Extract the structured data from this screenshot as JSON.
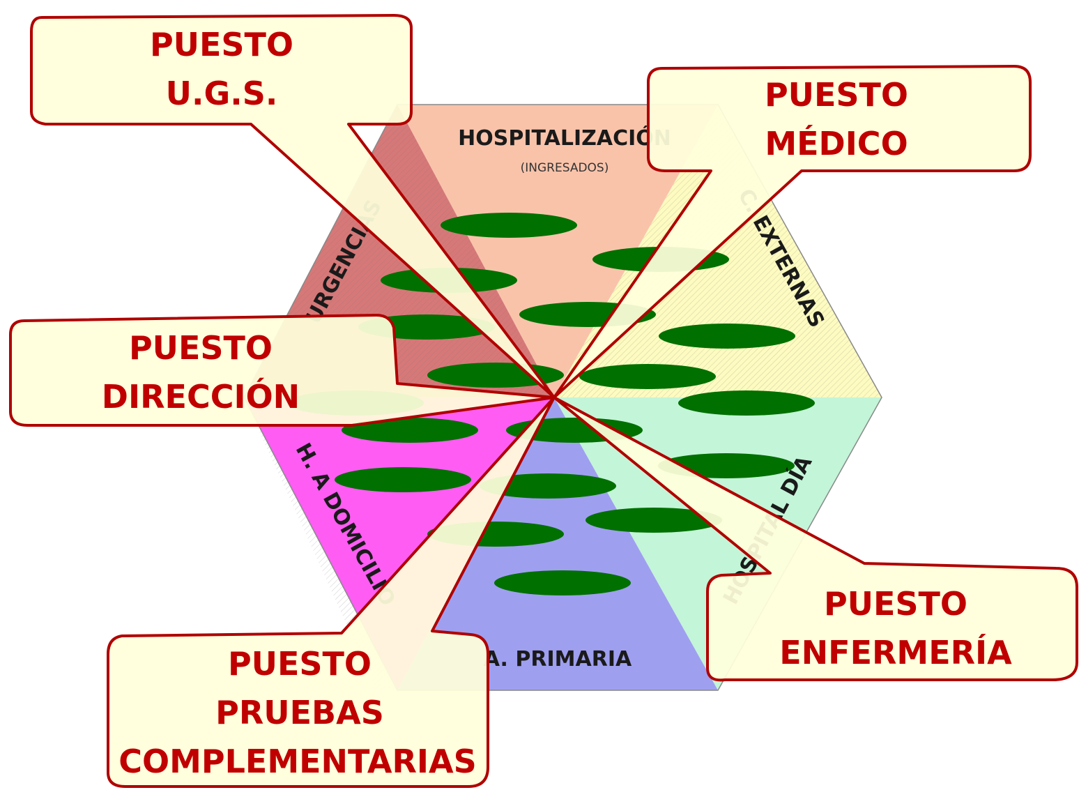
{
  "sectors": {
    "hospitalizacion": {
      "label": "HOSPITALIZACIÓN",
      "sublabel": "(INGRESADOS)",
      "color": "#f9c3aa"
    },
    "urgencias": {
      "label": "URGENCIAS",
      "color": "#d77878"
    },
    "c_externas": {
      "label": "C. EXTERNAS",
      "color": "#fdfbc0"
    },
    "hospital_dia": {
      "label": "HOSPITAL DÍA",
      "color": "#c3f5d8"
    },
    "a_primaria": {
      "label": "A. PRIMARIA",
      "color": "#9f9ff0"
    },
    "h_domicilio": {
      "label": "H. A DOMICILIO",
      "color": "#ff5cf4"
    }
  },
  "callouts": {
    "ugs": {
      "line1": "PUESTO",
      "line2": "U.G.S."
    },
    "medico": {
      "line1": "PUESTO",
      "line2": "MÉDICO"
    },
    "direccion": {
      "line1": "PUESTO",
      "line2": "DIRECCIÓN"
    },
    "enfermeria": {
      "line1": "PUESTO",
      "line2": "ENFERMERÍA"
    },
    "pruebas": {
      "line1": "PUESTO",
      "line2": "PRUEBAS",
      "line3": "COMPLEMENTARIAS"
    }
  },
  "colors": {
    "ellipse": "#007000",
    "callout_text": "#c00000",
    "callout_border": "#b00000",
    "callout_fill": "#ffffdc"
  }
}
